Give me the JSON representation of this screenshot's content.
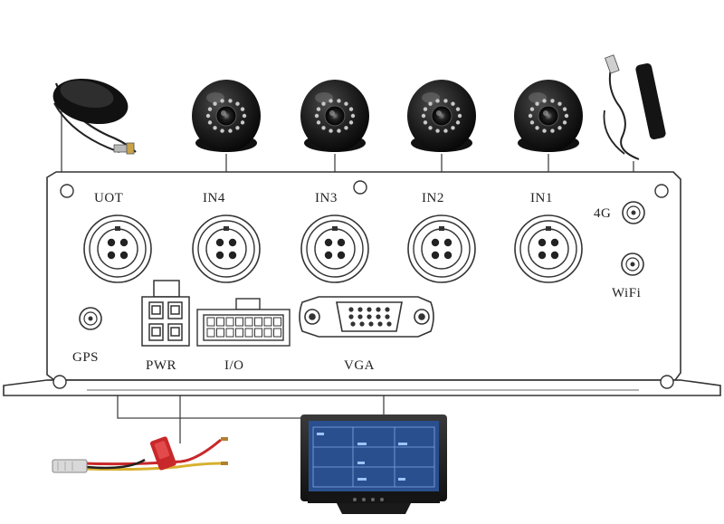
{
  "port_labels": {
    "out": "UOT",
    "in4": "IN4",
    "in3": "IN3",
    "in2": "IN2",
    "in1": "IN1",
    "lte": "4G",
    "wifi": "WiFi",
    "gps": "GPS",
    "pwr": "PWR",
    "io": "I/O",
    "vga": "VGA"
  },
  "colors": {
    "device_stroke": "#333333",
    "camera_body": "#1c1c1c",
    "cable_red": "#c8282a",
    "cable_yellow": "#d8b030",
    "monitor_screen": "#2a4f8f"
  },
  "icons": [
    "gps-antenna-icon",
    "dome-camera-icon",
    "lte-antenna-icon",
    "monitor-icon",
    "power-cable-icon"
  ]
}
